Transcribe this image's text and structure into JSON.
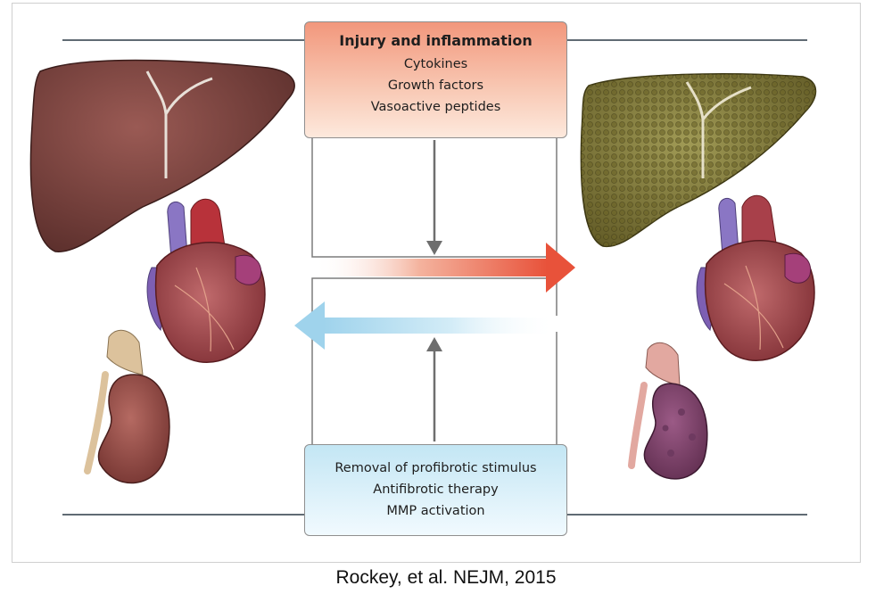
{
  "top_box": {
    "title": "Injury and inflammation",
    "items": [
      "Cytokines",
      "Growth factors",
      "Vasoactive peptides"
    ]
  },
  "bottom_box": {
    "items": [
      "Removal of profibrotic stimulus",
      "Antifibrotic therapy",
      "MMP activation"
    ]
  },
  "caption": "Rockey, et al. NEJM, 2015",
  "colors": {
    "forward_arrow": "#e8523a",
    "reverse_arrow": "#9fd3ec",
    "healthy_liver": "#6e3b36",
    "fibrotic_liver": "#7a7234",
    "heart": "#9a3b40",
    "kidney": "#8b3a3a"
  },
  "icons": [
    "healthy-liver",
    "healthy-heart",
    "healthy-kidney",
    "fibrotic-liver",
    "fibrotic-heart",
    "fibrotic-kidney"
  ]
}
